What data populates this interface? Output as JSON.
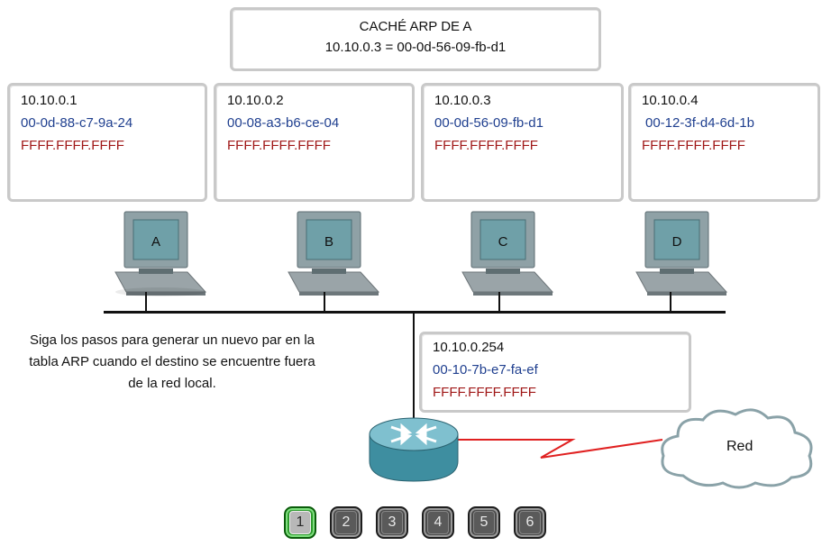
{
  "arp_cache": {
    "title": "CACHÉ ARP DE A",
    "entry": "10.10.0.3 = 00-0d-56-09-fb-d1"
  },
  "hosts": [
    {
      "label": "A",
      "ip": "10.10.0.1",
      "mac": "00-0d-88-c7-9a-24",
      "broadcast": "FFFF.FFFF.FFFF"
    },
    {
      "label": "B",
      "ip": "10.10.0.2",
      "mac": "00-08-a3-b6-ce-04",
      "broadcast": "FFFF.FFFF.FFFF"
    },
    {
      "label": "C",
      "ip": "10.10.0.3",
      "mac": "00-0d-56-09-fb-d1",
      "broadcast": "FFFF.FFFF.FFFF"
    },
    {
      "label": "D",
      "ip": "10.10.0.4",
      "mac": "00-12-3f-d4-6d-1b",
      "broadcast": "FFFF.FFFF.FFFF"
    }
  ],
  "router": {
    "ip": "10.10.0.254",
    "mac": "00-10-7b-e7-fa-ef",
    "broadcast": "FFFF.FFFF.FFFF"
  },
  "description": "Siga los pasos para generar un nuevo par en la tabla ARP cuando el destino se encuentre fuera de la red local.",
  "cloud_label": "Red",
  "steps": [
    "1",
    "2",
    "3",
    "4",
    "5",
    "6"
  ],
  "active_step": "1",
  "colors": {
    "mac_text": "#1f3f8f",
    "broadcast_text": "#a01818",
    "serial_link": "#e02020",
    "active_step": "#2e9b2e"
  }
}
